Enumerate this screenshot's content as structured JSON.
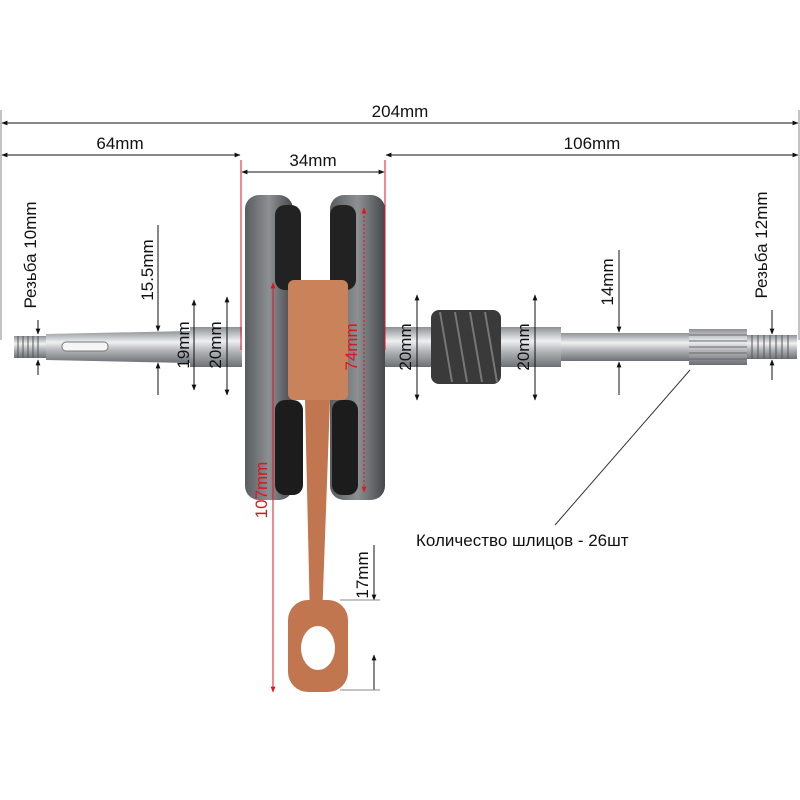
{
  "dimensions": {
    "overall_length": "204mm",
    "left_shaft_length": "64mm",
    "crank_width": "34mm",
    "right_shaft_length": "106mm",
    "left_thread": "Резьба 10mm",
    "right_thread": "Резьба 12mm",
    "left_taper": "15.5mm",
    "left_journal_inner": "19mm",
    "left_journal": "20mm",
    "flywheel_diameter": "74mm",
    "right_journal_1": "20mm",
    "right_journal_2": "20mm",
    "right_shaft": "14mm",
    "conrod_length": "107mm",
    "small_end": "17mm"
  },
  "note": "Количество шлицов - 26шт",
  "colors": {
    "accent_red": "#e0141e",
    "copper": "#c9825a",
    "steel": "#b9bcbf",
    "dark": "#2a2a2a"
  }
}
